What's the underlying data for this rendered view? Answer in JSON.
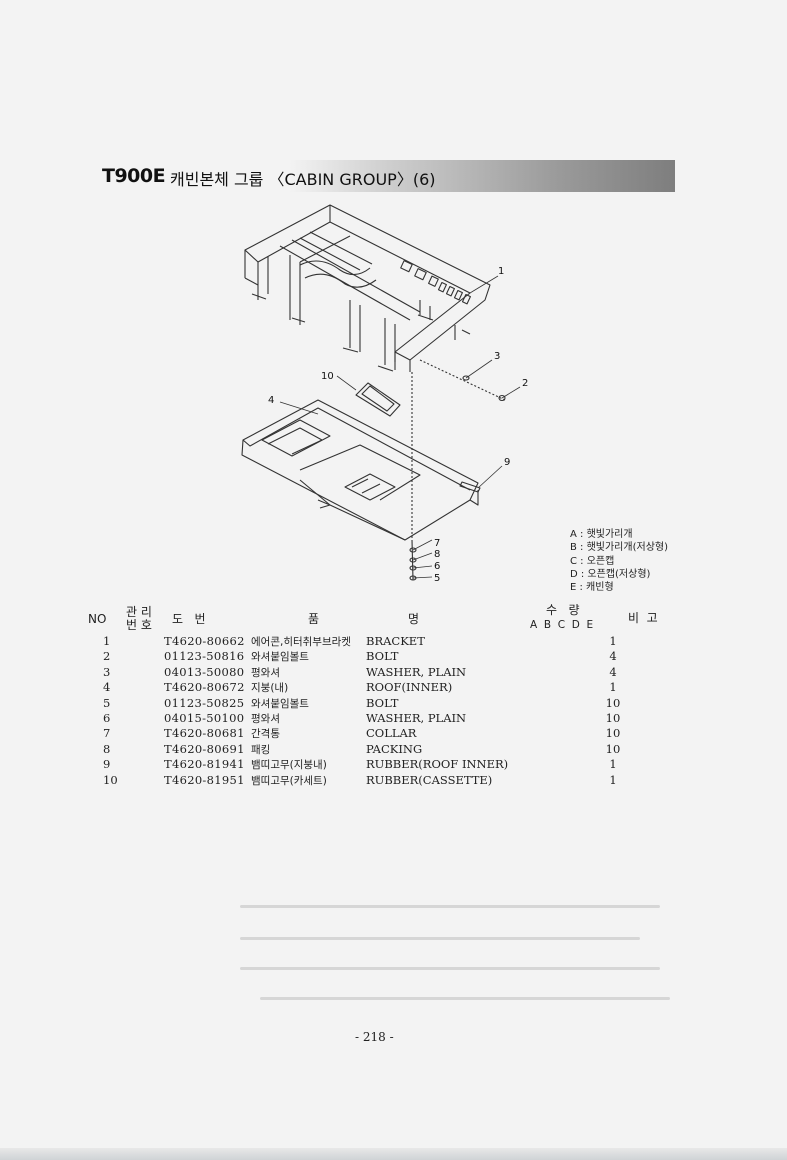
{
  "header": {
    "model": "T900E",
    "title": "캐빈본체 그룹 〈CABIN GROUP〉(6)"
  },
  "diagram": {
    "callouts": [
      "1",
      "2",
      "3",
      "4",
      "5",
      "6",
      "7",
      "8",
      "9",
      "10"
    ]
  },
  "legend": [
    "A : 햇빛가리개",
    "B : 햇빛가리개(저상형)",
    "C : 오픈캡",
    "D : 오픈캡(저상형)",
    "E : 캐빈형"
  ],
  "table": {
    "headers": {
      "no": "NO",
      "mgmt_top": "관 리",
      "mgmt_bottom": "번 호",
      "part_no": "도   번",
      "name_left": "품",
      "name_right": "명",
      "qty": "수   량",
      "qty_cols": "A  B  C  D  E",
      "remarks": "비  고"
    },
    "rows": [
      {
        "no": "1",
        "part_no": "T4620-80662",
        "name_kr": "에어콘,히터취부브라켓",
        "name_en": "BRACKET",
        "qty": "1"
      },
      {
        "no": "2",
        "part_no": "01123-50816",
        "name_kr": "와셔붙임볼트",
        "name_en": "BOLT",
        "qty": "4"
      },
      {
        "no": "3",
        "part_no": "04013-50080",
        "name_kr": "평와셔",
        "name_en": "WASHER, PLAIN",
        "qty": "4"
      },
      {
        "no": "4",
        "part_no": "T4620-80672",
        "name_kr": "지붕(내)",
        "name_en": "ROOF(INNER)",
        "qty": "1"
      },
      {
        "no": "5",
        "part_no": "01123-50825",
        "name_kr": "와셔붙임볼트",
        "name_en": "BOLT",
        "qty": "10"
      },
      {
        "no": "6",
        "part_no": "04015-50100",
        "name_kr": "평와셔",
        "name_en": "WASHER, PLAIN",
        "qty": "10"
      },
      {
        "no": "7",
        "part_no": "T4620-80681",
        "name_kr": "간격통",
        "name_en": "COLLAR",
        "qty": "10"
      },
      {
        "no": "8",
        "part_no": "T4620-80691",
        "name_kr": "패킹",
        "name_en": "PACKING",
        "qty": "10"
      },
      {
        "no": "9",
        "part_no": "T4620-81941",
        "name_kr": "뱀띠고무(지붕내)",
        "name_en": "RUBBER(ROOF INNER)",
        "qty": "1"
      },
      {
        "no": "10",
        "part_no": "T4620-81951",
        "name_kr": "뱀띠고무(카세트)",
        "name_en": "RUBBER(CASSETTE)",
        "qty": "1"
      }
    ]
  },
  "footer": {
    "page": "- 218 -"
  }
}
